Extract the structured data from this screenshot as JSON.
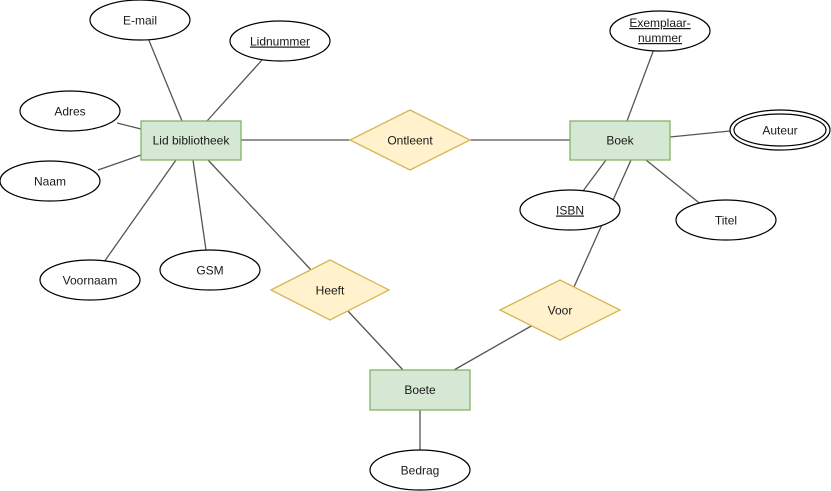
{
  "entities": {
    "lid": "Lid bibliotheek",
    "boek": "Boek",
    "boete": "Boete"
  },
  "relationships": {
    "ontleent": "Ontleent",
    "heeft": "Heeft",
    "voor": "Voor"
  },
  "attributes": {
    "email": "E-mail",
    "lidnummer": "Lidnummer",
    "adres": "Adres",
    "naam": "Naam",
    "voornaam": "Voornaam",
    "gsm": "GSM",
    "exemplaarnummer_line1": "Exemplaar-",
    "exemplaarnummer_line2": "nummer",
    "auteur": "Auteur",
    "isbn": "ISBN",
    "titel": "Titel",
    "bedrag": "Bedrag"
  },
  "colors": {
    "entity_fill": "#d5e8d4",
    "entity_stroke": "#82b366",
    "relationship_fill": "#fff2cc",
    "relationship_stroke": "#d6b656",
    "attribute_fill": "#ffffff",
    "attribute_stroke": "#000000",
    "line": "#555555"
  }
}
